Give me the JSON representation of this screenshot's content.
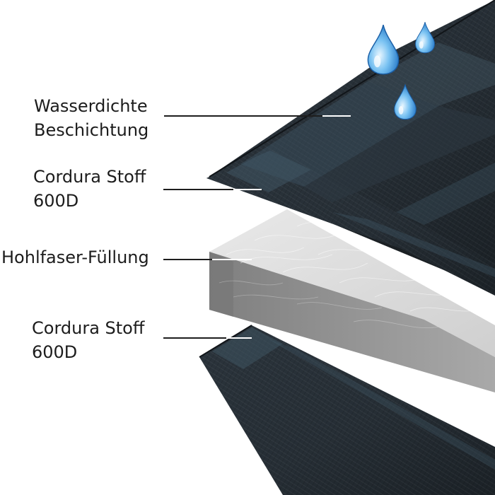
{
  "layers": [
    {
      "id": "coating",
      "lines": [
        "Wasserdichte",
        "Beschichtung"
      ]
    },
    {
      "id": "cordura-top",
      "lines": [
        "Cordura Stoff",
        "600D"
      ]
    },
    {
      "id": "filling",
      "lines": [
        "Hohlfaser-Füllung"
      ]
    },
    {
      "id": "cordura-bottom",
      "lines": [
        "Cordura Stoff",
        "600D"
      ]
    }
  ],
  "colors": {
    "fabric_dark": "#232a31",
    "fabric_stripe": "#3f5563",
    "filling_face": "#dcdcdc",
    "filling_side": "#8e8e8e",
    "water_drop": "#2f86d6",
    "leader_line": "#1e1e1e"
  },
  "icons": [
    "water-drop-icon"
  ]
}
